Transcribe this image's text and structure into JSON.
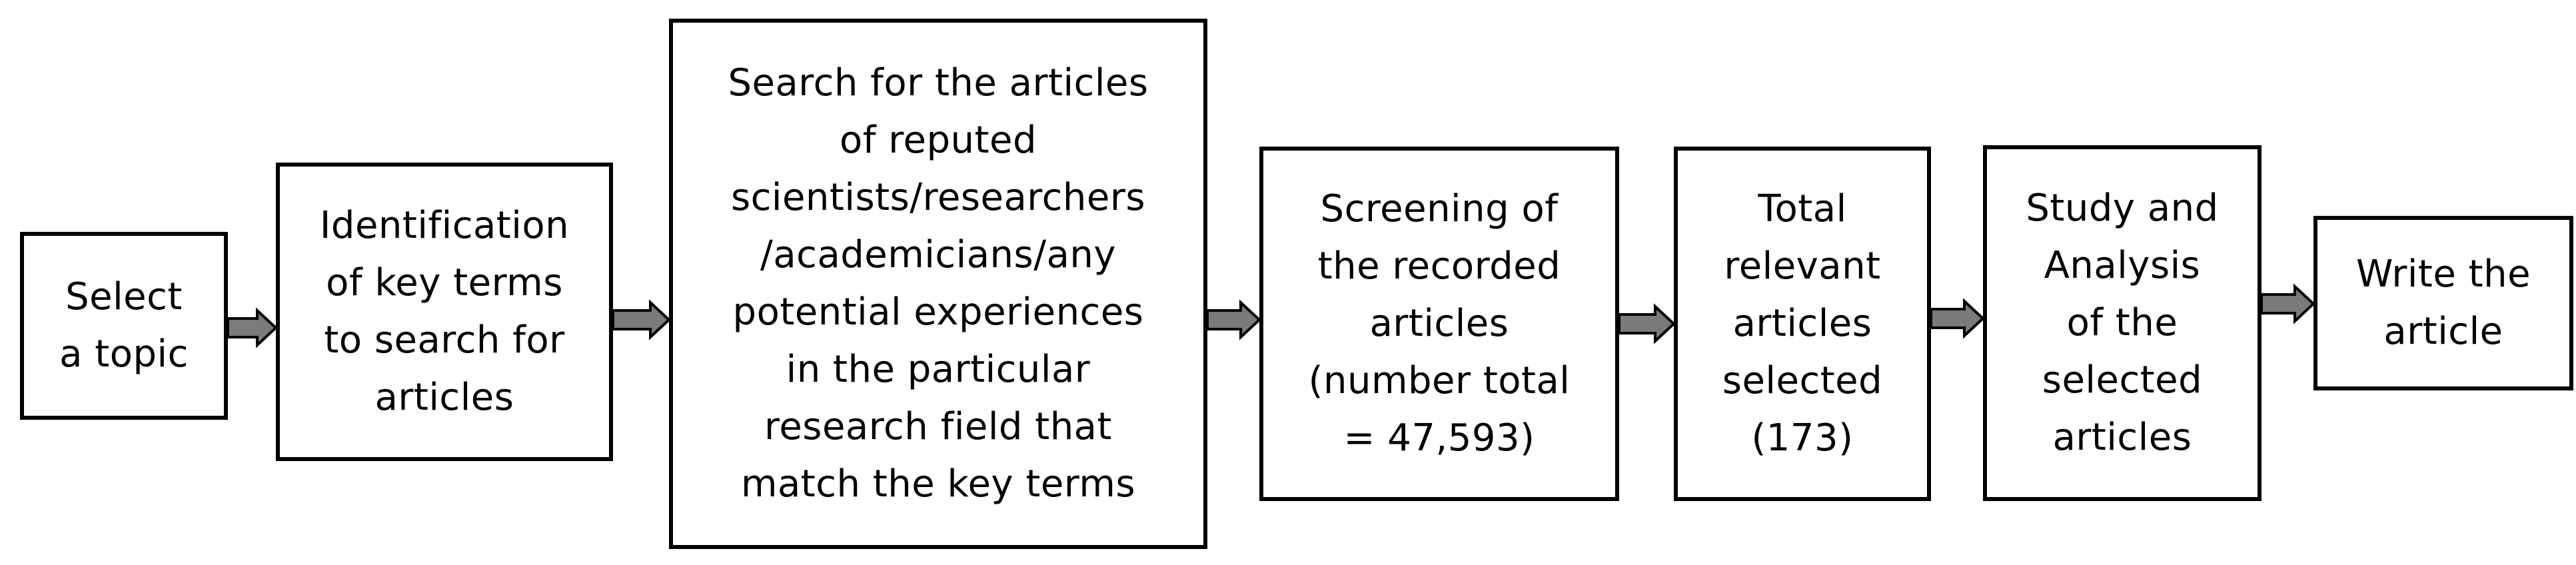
{
  "steps": [
    {
      "label": "Select\na topic"
    },
    {
      "label": "Identification\nof key terms\nto search for\narticles"
    },
    {
      "label": "Search for the articles\nof reputed\nscientists/researchers\n/academicians/any\npotential experiences\nin the particular\nresearch field that\nmatch the key terms"
    },
    {
      "label": "Screening of\nthe recorded\narticles\n(number total\n= 47,593)"
    },
    {
      "label": "Total\nrelevant\narticles\nselected\n(173)"
    },
    {
      "label": "Study and\nAnalysis\nof the\nselected\narticles"
    },
    {
      "label": "Write the\narticle"
    }
  ],
  "colors": {
    "box_border": "#000000",
    "arrow_fill": "#7a7a7a",
    "text": "#000000"
  }
}
